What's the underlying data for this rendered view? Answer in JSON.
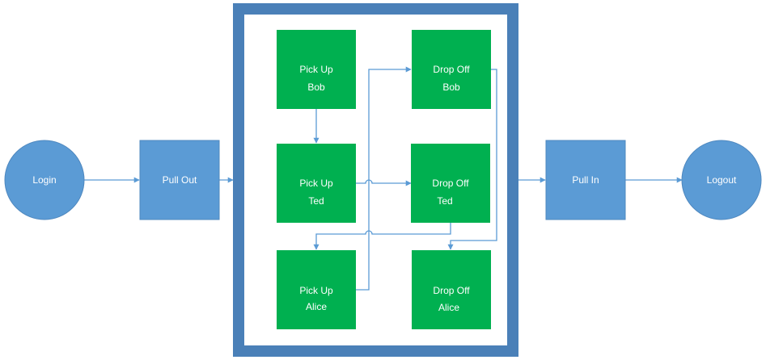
{
  "colors": {
    "blue_node": "#5b9bd5",
    "blue_node_stroke": "#4f88bf",
    "container_border": "#4a80b8",
    "green_node": "#00b050",
    "connector": "#5b9bd5",
    "background": "#ffffff"
  },
  "nodes": {
    "login": "Login",
    "pull_out": "Pull Out",
    "pull_in": "Pull In",
    "logout": "Logout",
    "pickup_bob": [
      "Pick Up",
      "Bob"
    ],
    "pickup_ted": [
      "Pick Up",
      "Ted"
    ],
    "pickup_alice": [
      "Pick Up",
      "Alice"
    ],
    "dropoff_bob": [
      "Drop Off",
      "Bob"
    ],
    "dropoff_ted": [
      "Drop Off",
      "Ted"
    ],
    "dropoff_alice": [
      "Drop Off",
      "Alice"
    ]
  }
}
